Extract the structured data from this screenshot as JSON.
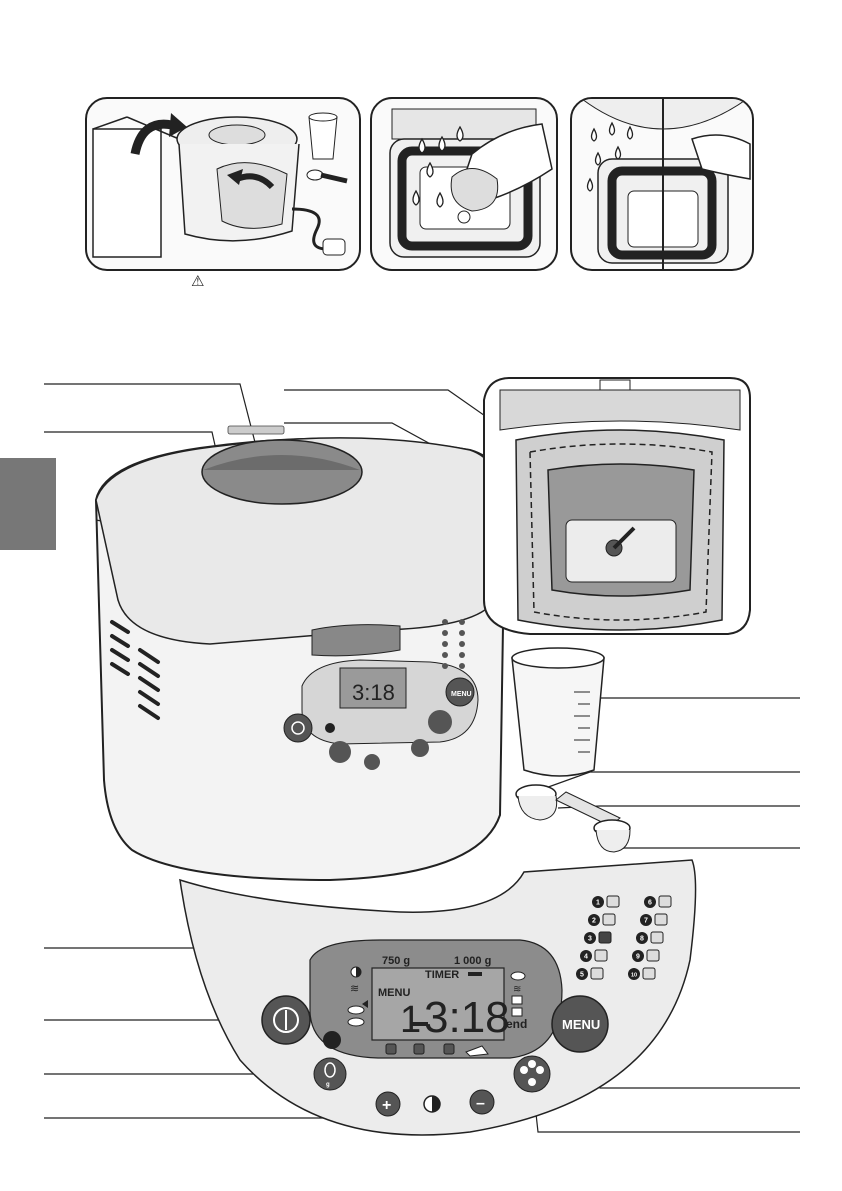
{
  "warning_symbol": "⚠",
  "display": {
    "weight_750": "750 g",
    "weight_1000": "1 000 g",
    "timer_label": "TIMER",
    "menu_label": "MENU",
    "program_number": "1",
    "time": "3:18",
    "end_label": "end"
  },
  "buttons": {
    "menu_label": "MENU",
    "plus_label": "+",
    "minus_label": "–"
  },
  "programs": {
    "numbers": [
      "1",
      "2",
      "3",
      "4",
      "5",
      "6",
      "7",
      "8",
      "9",
      "10"
    ]
  },
  "colors": {
    "accent_tab": "#777777",
    "display_panel": "#8c8c8c",
    "button": "#555555"
  }
}
